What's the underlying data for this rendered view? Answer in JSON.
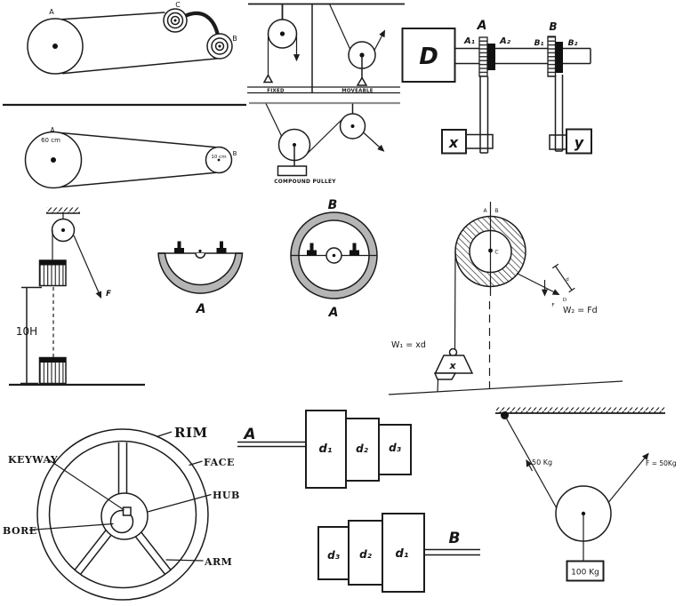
{
  "belt_top": {
    "a": "A",
    "c": "C",
    "b": "B"
  },
  "belt_bottom": {
    "a": "A",
    "a_dia": "60 cm",
    "b": "B",
    "b_dia": "10 cm"
  },
  "pulley_types": {
    "fixed": "FIXED",
    "moveable": "MOVEABLE",
    "compound": "COMPOUND PULLEY"
  },
  "gear_train": {
    "input": "D",
    "shaft_a": "A",
    "a1": "A₁",
    "a2": "A₂",
    "shaft_b": "B",
    "b1": "B₁",
    "b2": "B₂",
    "out_x": "x",
    "out_y": "y"
  },
  "hoist": {
    "height": "10H",
    "force": "F"
  },
  "split_pulley": {
    "half": "A",
    "full_top": "B",
    "full_bottom": "A"
  },
  "wheel_axle": {
    "a": "A",
    "b": "B",
    "center": "C",
    "f": "F",
    "d_point": "D",
    "dim": "d",
    "weight": "x",
    "w1": "W₁ = xd",
    "w2": "W₂ = Fd"
  },
  "flywheel": {
    "rim": "RIM",
    "keyway": "KEYWAY",
    "face": "FACE",
    "hub": "HUB",
    "bore": "BORE",
    "arm": "ARM"
  },
  "cone_pulleys": {
    "shaft_a": "A",
    "shaft_b": "B",
    "a_steps": [
      "d₁",
      "d₂",
      "d₃"
    ],
    "b_steps": [
      "d₃",
      "d₂",
      "d₁"
    ]
  },
  "pulley_demo": {
    "left_tension": "50 Kg",
    "applied_force": "F = 50Kg",
    "load": "100 Kg"
  }
}
